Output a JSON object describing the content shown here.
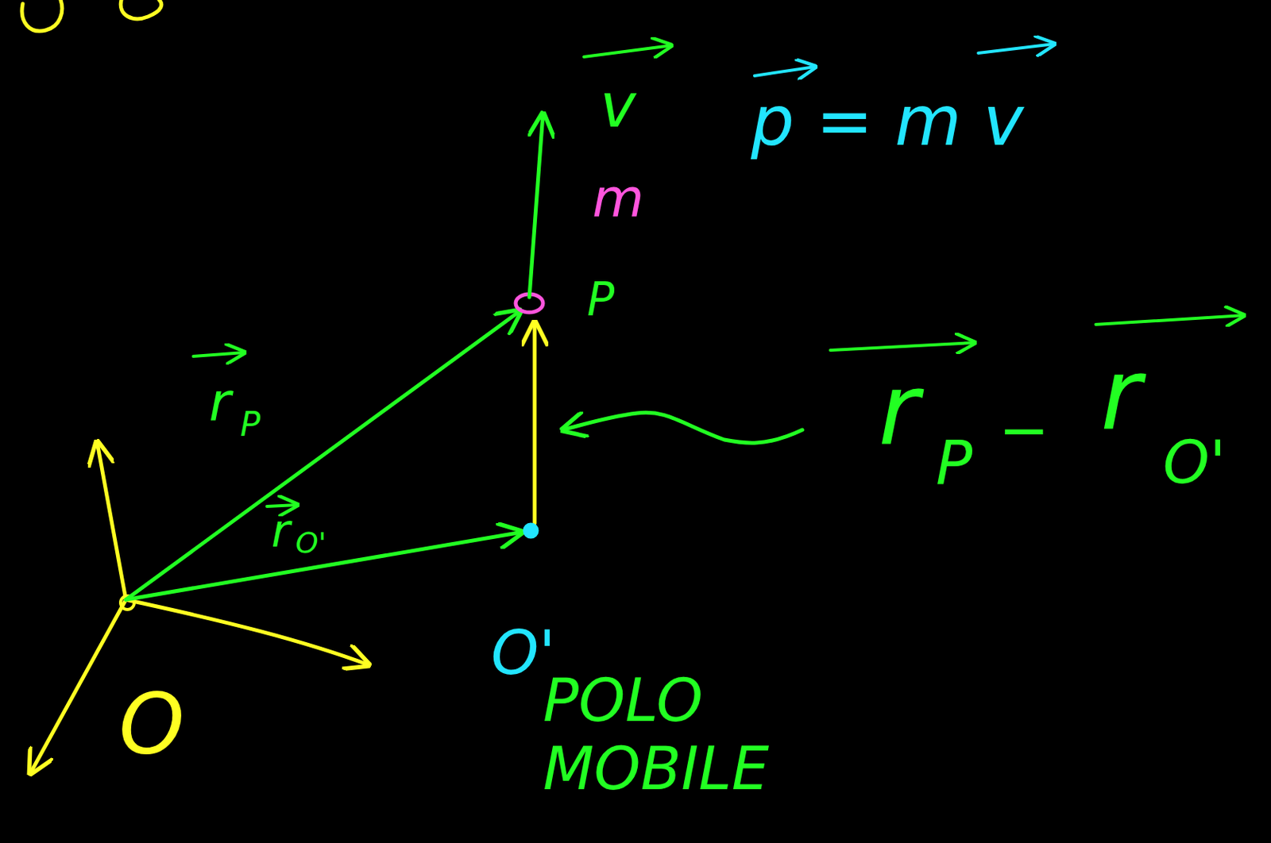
{
  "diagram": {
    "labels": [
      "O",
      "O'",
      "POLO MOBILE",
      "P",
      "m",
      "v",
      "p = m v",
      "r",
      "P",
      "r",
      "O'",
      "r",
      "P",
      "−",
      "r",
      "O'"
    ]
  }
}
